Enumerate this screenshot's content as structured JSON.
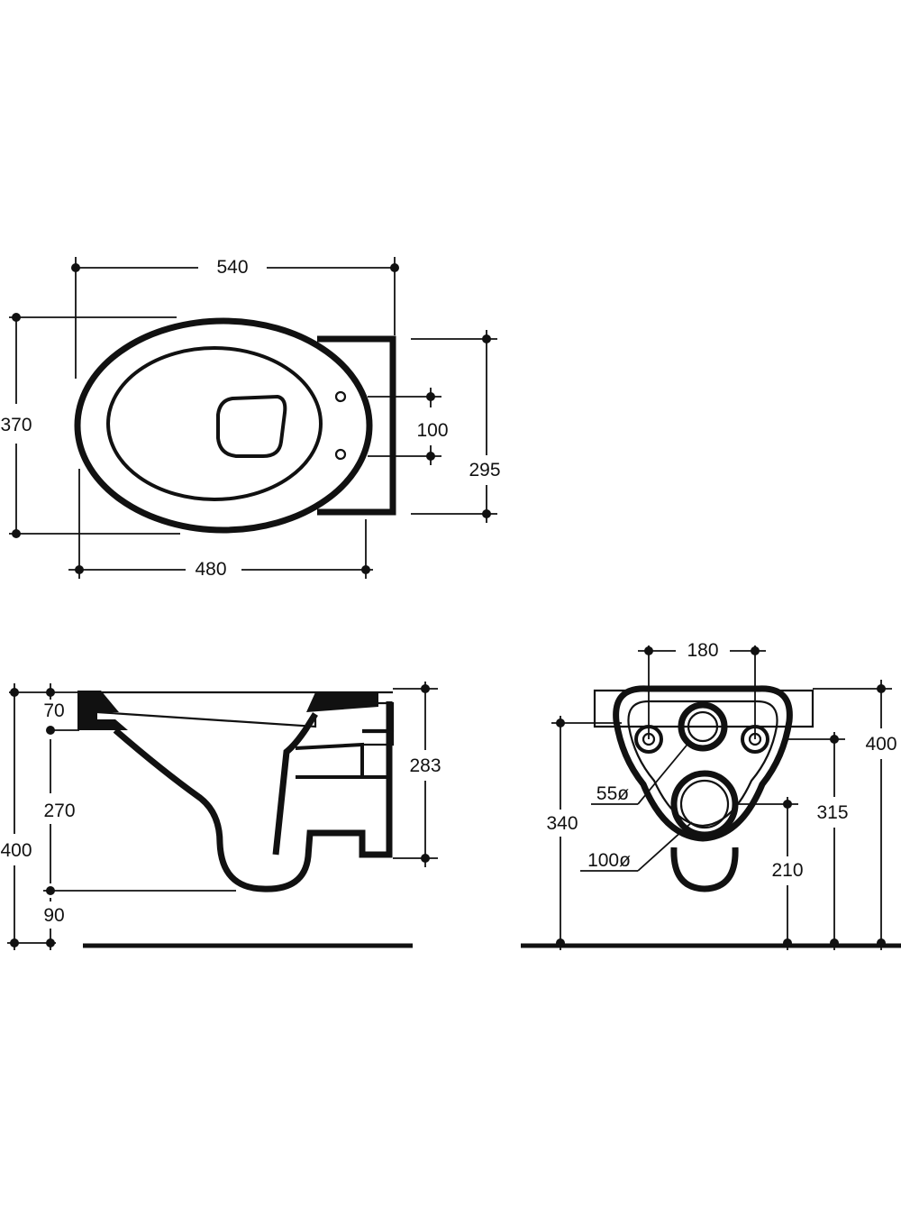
{
  "plan_view": {
    "width_total": "540",
    "depth": "370",
    "fixing_spacing": "100",
    "back_width": "295",
    "bowl_length": "480"
  },
  "side_view": {
    "rim_height": "70",
    "bowl_depth": "270",
    "outlet_height": "90",
    "total_height": "400",
    "back_height": "283"
  },
  "rear_view": {
    "bolt_spacing": "180",
    "total_height": "400",
    "supply_diameter": "55ø",
    "supply_height": "340",
    "fixing_height": "315",
    "outlet_diameter": "100ø",
    "outlet_height": "210"
  }
}
